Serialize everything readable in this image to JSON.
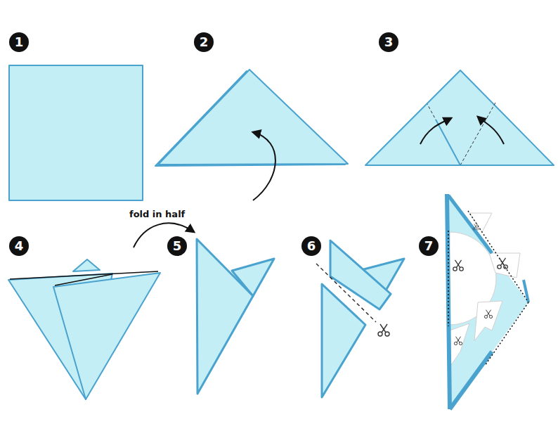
{
  "diagram": {
    "labels": [
      "1",
      "2",
      "3",
      "4",
      "fold in half",
      "5",
      "6",
      "7"
    ]
  }
}
